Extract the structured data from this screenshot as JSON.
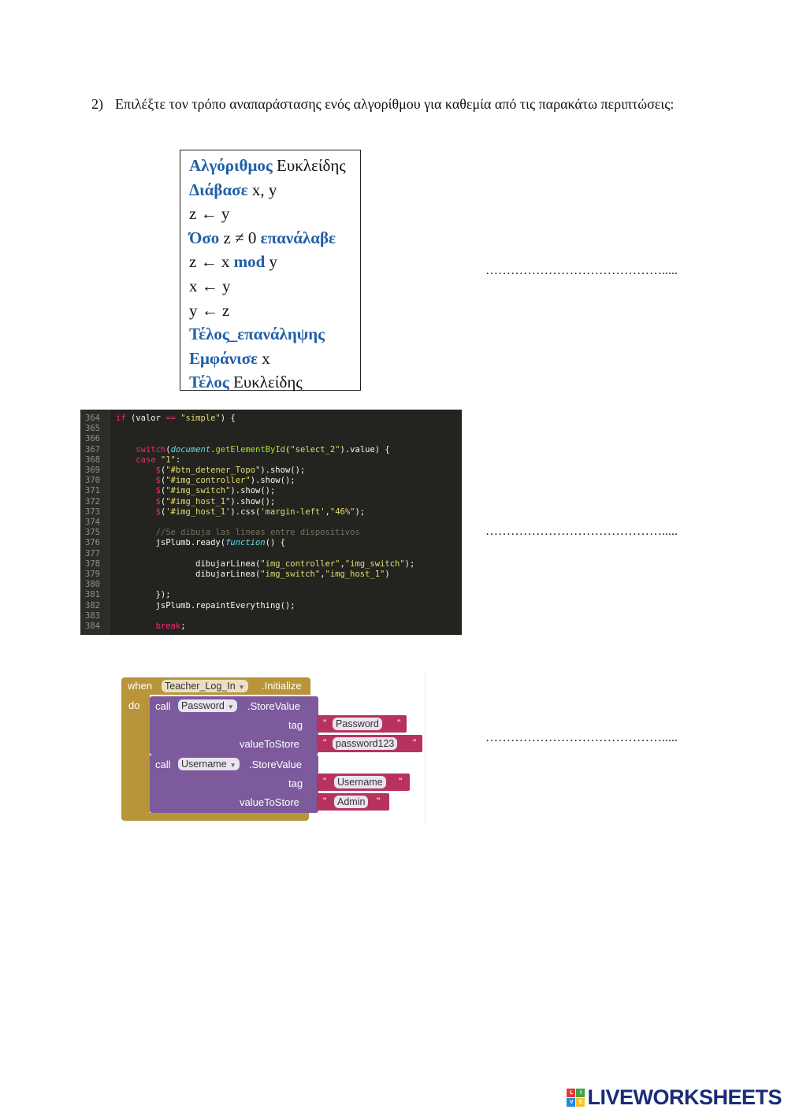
{
  "question": {
    "number": "2)",
    "text": "Επιλέξτε τον τρόπο αναπαράστασης ενός αλγορίθμου για καθεμία από τις παρακάτω περιπτώσεις:"
  },
  "pseudocode": {
    "lines": [
      [
        {
          "t": "Αλγόριθμος",
          "kw": true
        },
        {
          "t": " Ευκλείδης",
          "kw": false
        }
      ],
      [
        {
          "t": "Διάβασε",
          "kw": true
        },
        {
          "t": " x, y",
          "kw": false
        }
      ],
      [
        {
          "t": "z ← y",
          "kw": false
        }
      ],
      [
        {
          "t": "Όσο",
          "kw": true
        },
        {
          "t": " z ≠ 0 ",
          "kw": false
        },
        {
          "t": "επανάλαβε",
          "kw": true
        }
      ],
      [
        {
          "t": "z ← x ",
          "kw": false
        },
        {
          "t": "mod",
          "kw": true
        },
        {
          "t": " y",
          "kw": false
        }
      ],
      [
        {
          "t": "x ← y",
          "kw": false
        }
      ],
      [
        {
          "t": "y ← z",
          "kw": false
        }
      ],
      [
        {
          "t": "Τέλος_επανάληψης",
          "kw": true
        }
      ],
      [
        {
          "t": "Εμφάνισε",
          "kw": true
        },
        {
          "t": " x",
          "kw": false
        }
      ],
      [
        {
          "t": "Τέλος",
          "kw": true
        },
        {
          "t": " Ευκλείδης",
          "kw": false
        }
      ]
    ]
  },
  "answer_blanks": [
    "…………………………………….....",
    "…………………………………….....",
    "……………………………………....."
  ],
  "code": {
    "line_numbers": [
      "364",
      "365",
      "366",
      "367",
      "368",
      "369",
      "370",
      "371",
      "372",
      "373",
      "374",
      "375",
      "376",
      "377",
      "378",
      "379",
      "380",
      "381",
      "382",
      "383",
      "384"
    ],
    "lines": [
      [
        [
          "kw",
          "if"
        ],
        [
          "def",
          " (valor "
        ],
        [
          "kw",
          "=="
        ],
        [
          "str",
          " \"simple\""
        ],
        [
          "def",
          ") {"
        ]
      ],
      [],
      [],
      [
        [
          "def",
          "    "
        ],
        [
          "kw",
          "switch"
        ],
        [
          "def",
          "("
        ],
        [
          "obj",
          "document"
        ],
        [
          "def",
          "."
        ],
        [
          "fn",
          "getElementById"
        ],
        [
          "def",
          "("
        ],
        [
          "str",
          "\"select_2\""
        ],
        [
          "def",
          ").value) {"
        ]
      ],
      [
        [
          "def",
          "    "
        ],
        [
          "kw",
          "case"
        ],
        [
          "str",
          " \"1\""
        ],
        [
          "def",
          ":"
        ]
      ],
      [
        [
          "def",
          "        "
        ],
        [
          "kw",
          "$"
        ],
        [
          "def",
          "("
        ],
        [
          "str",
          "\"#btn_detener_Topo\""
        ],
        [
          "def",
          ").show();"
        ]
      ],
      [
        [
          "def",
          "        "
        ],
        [
          "kw",
          "$"
        ],
        [
          "def",
          "("
        ],
        [
          "str",
          "\"#img_controller\""
        ],
        [
          "def",
          ").show();"
        ]
      ],
      [
        [
          "def",
          "        "
        ],
        [
          "kw",
          "$"
        ],
        [
          "def",
          "("
        ],
        [
          "str",
          "\"#img_switch\""
        ],
        [
          "def",
          ").show();"
        ]
      ],
      [
        [
          "def",
          "        "
        ],
        [
          "kw",
          "$"
        ],
        [
          "def",
          "("
        ],
        [
          "str",
          "\"#img_host_1\""
        ],
        [
          "def",
          ").show();"
        ]
      ],
      [
        [
          "def",
          "        "
        ],
        [
          "kw",
          "$"
        ],
        [
          "def",
          "("
        ],
        [
          "str",
          "'#img_host_1'"
        ],
        [
          "def",
          ").css("
        ],
        [
          "str",
          "'margin-left'"
        ],
        [
          "def",
          ","
        ],
        [
          "str",
          "\"46%\""
        ],
        [
          "def",
          ");"
        ]
      ],
      [],
      [
        [
          "def",
          "        "
        ],
        [
          "com",
          "//Se dibuja las lineas entre dispositivos"
        ]
      ],
      [
        [
          "def",
          "        jsPlumb.ready("
        ],
        [
          "obj",
          "function"
        ],
        [
          "def",
          "() {"
        ]
      ],
      [],
      [
        [
          "def",
          "                dibujarLinea("
        ],
        [
          "str",
          "\"img_controller\""
        ],
        [
          "def",
          ","
        ],
        [
          "str",
          "\"img_switch\""
        ],
        [
          "def",
          ");"
        ]
      ],
      [
        [
          "def",
          "                dibujarLinea("
        ],
        [
          "str",
          "\"img_switch\""
        ],
        [
          "def",
          ","
        ],
        [
          "str",
          "\"img_host_1\""
        ],
        [
          "def",
          ")"
        ]
      ],
      [],
      [
        [
          "def",
          "        });"
        ]
      ],
      [
        [
          "def",
          "        jsPlumb.repaintEverything();"
        ]
      ],
      [],
      [
        [
          "def",
          "        "
        ],
        [
          "kw",
          "break"
        ],
        [
          "def",
          ";"
        ]
      ]
    ]
  },
  "blocks": {
    "when": "when",
    "do": "do",
    "component": "Teacher_Log_In",
    "event": ".Initialize",
    "call": "call",
    "store_value": ".StoreValue",
    "tag": "tag",
    "value_to_store": "valueToStore",
    "call1": {
      "component": "Password",
      "tag": "Password",
      "value": "password123"
    },
    "call2": {
      "component": "Username",
      "tag": "Username",
      "value": "Admin"
    },
    "quote": "\""
  },
  "logo": {
    "text": "LIVEWORKSHEETS",
    "squares": [
      "L",
      "I",
      "V",
      "E"
    ],
    "colors": [
      "#e53935",
      "#43a047",
      "#1e88e5",
      "#fbc02d"
    ]
  }
}
